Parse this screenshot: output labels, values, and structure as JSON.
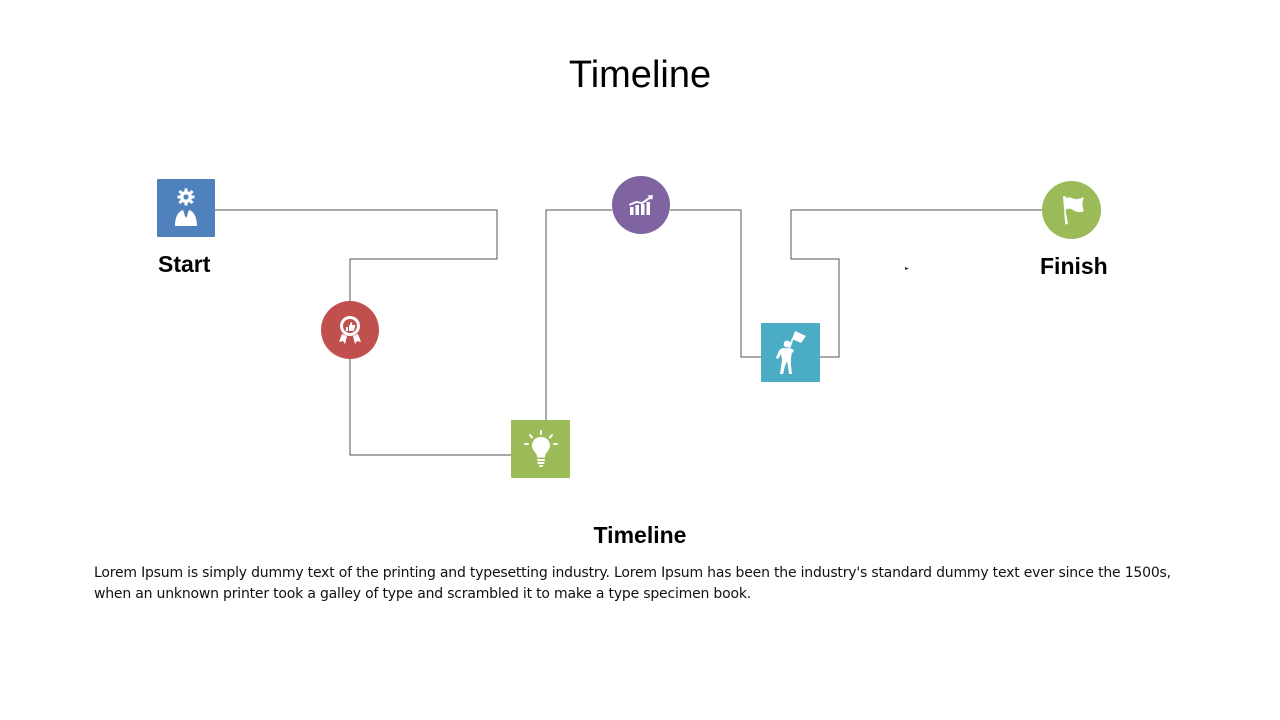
{
  "title": "Timeline",
  "nodes": [
    {
      "label": "Start",
      "icon": "manager-gear-icon",
      "shape": "square",
      "color": "#4f81bd"
    },
    {
      "label": "",
      "icon": "award-thumbs-up-icon",
      "shape": "circle",
      "color": "#c0504d"
    },
    {
      "label": "",
      "icon": "lightbulb-icon",
      "shape": "square",
      "color": "#9bbb59"
    },
    {
      "label": "",
      "icon": "growth-chart-icon",
      "shape": "circle",
      "color": "#8064a2"
    },
    {
      "label": "",
      "icon": "person-with-flag-icon",
      "shape": "square",
      "color": "#4bacc6"
    },
    {
      "label": "Finish",
      "icon": "flag-icon",
      "shape": "circle",
      "color": "#9bbb59"
    }
  ],
  "line_color": "#555555",
  "subtitle": "Timeline",
  "description": "Lorem Ipsum is simply dummy text of the printing and typesetting industry. Lorem Ipsum has been the industry's standard dummy text ever since the 1500s, when an unknown printer took a galley of type and scrambled it to make a type specimen book."
}
